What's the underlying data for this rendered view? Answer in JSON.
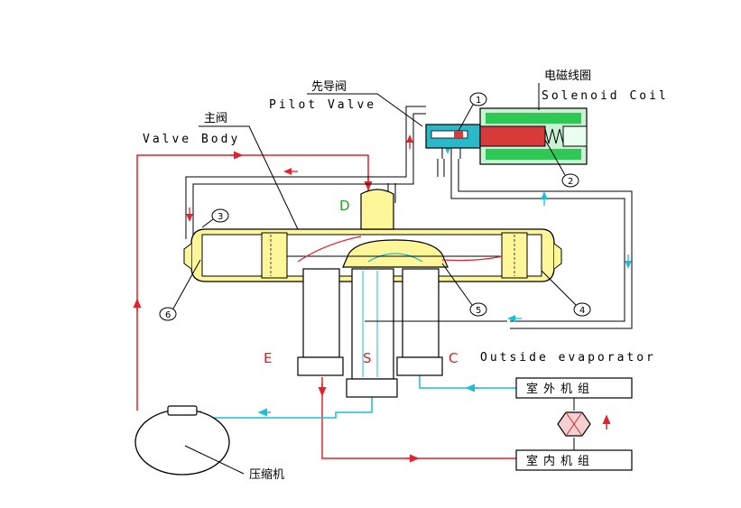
{
  "labels": {
    "pilot_valve_cn": "先导阀",
    "pilot_valve_en": "Pilot Valve",
    "solenoid_coil_cn": "电磁线圈",
    "solenoid_coil_en": "Solenoid Coil",
    "valve_body_cn": "主阀",
    "valve_body_en": "Valve Body",
    "outside_evaporator": "Outside evaporator",
    "compressor_cn": "压缩机",
    "outdoor_unit": "室外机组",
    "indoor_unit": "室内机组"
  },
  "ports": {
    "D": "D",
    "E": "E",
    "S": "S",
    "C": "C"
  },
  "callouts": [
    "1",
    "2",
    "3",
    "4",
    "5",
    "6"
  ],
  "colors": {
    "hot_line": "#e8202a",
    "cold_line": "#19bfd6",
    "outline": "#000000",
    "valve_fill": "#fff69a",
    "coil_fill": "#2ec955",
    "plunger_fill": "#d83a3a",
    "pilot_fill": "#2ab9c9",
    "port_green": "#22aa22",
    "port_red": "#dd2222"
  }
}
